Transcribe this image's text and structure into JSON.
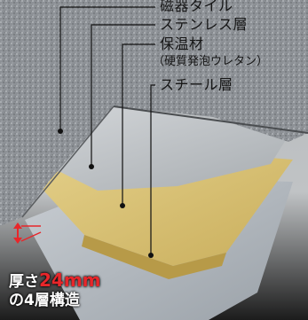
{
  "labels": {
    "tile": "磁器タイル",
    "stainless": "ステンレス層",
    "insulation": "保温材",
    "insulation_note": "（硬質発泡ウレタン）",
    "steel": "スチール層"
  },
  "caption": {
    "prefix": "厚さ",
    "thickness": "24mm",
    "suffix": "の4層構造"
  },
  "colors": {
    "tile": "#8d9196",
    "stainless": "#c3c6c9",
    "insulation": "#d9c47b",
    "steel": "#b6bcc2",
    "accent": "#e8262a"
  }
}
